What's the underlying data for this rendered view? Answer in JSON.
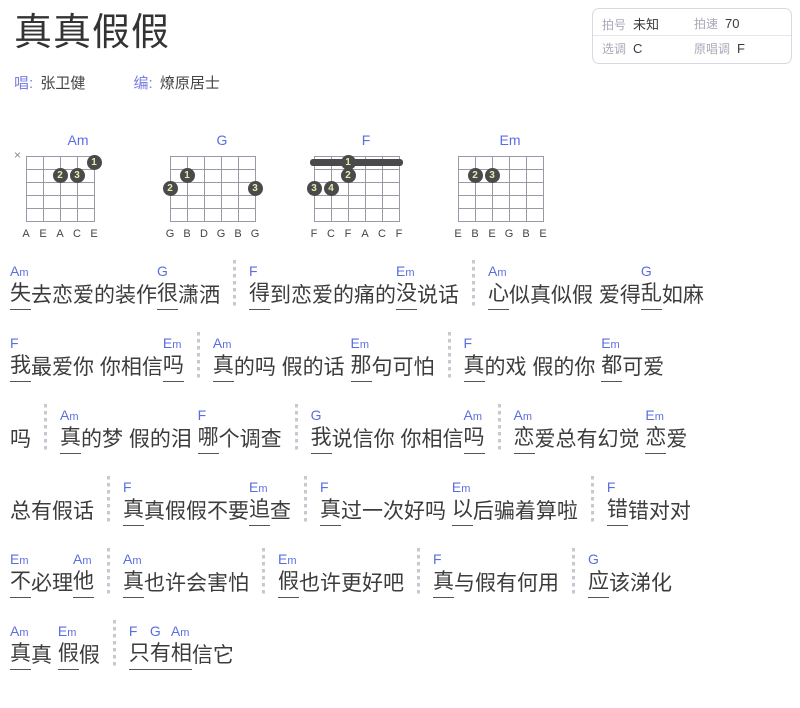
{
  "header": {
    "title": "真真假假",
    "credits": [
      {
        "label": "唱:",
        "value": "张卫健"
      },
      {
        "label": "编:",
        "value": "燎原居士"
      }
    ]
  },
  "info_box": {
    "rows": [
      [
        {
          "key": "拍号",
          "value": "未知"
        },
        {
          "key": "拍速",
          "value": "70"
        }
      ],
      [
        {
          "key": "选调",
          "value": "C"
        },
        {
          "key": "原唱调",
          "value": "F"
        }
      ]
    ]
  },
  "chord_diagrams": [
    {
      "name": "Am",
      "muted": "×",
      "strings": [
        "A",
        "E",
        "A",
        "C",
        "E"
      ],
      "string_count": 5,
      "frets": 5,
      "fingers": [
        {
          "finger": "1",
          "string": 4,
          "fret": 1
        },
        {
          "finger": "2",
          "string": 2,
          "fret": 2
        },
        {
          "finger": "3",
          "string": 3,
          "fret": 2
        }
      ],
      "barre": null
    },
    {
      "name": "G",
      "muted": "",
      "strings": [
        "G",
        "B",
        "D",
        "G",
        "B",
        "G"
      ],
      "string_count": 6,
      "frets": 5,
      "fingers": [
        {
          "finger": "1",
          "string": 1,
          "fret": 2
        },
        {
          "finger": "2",
          "string": 0,
          "fret": 3
        },
        {
          "finger": "3",
          "string": 5,
          "fret": 3
        }
      ],
      "barre": null
    },
    {
      "name": "F",
      "muted": "",
      "strings": [
        "F",
        "C",
        "F",
        "A",
        "C",
        "F"
      ],
      "string_count": 6,
      "frets": 5,
      "fingers": [
        {
          "finger": "2",
          "string": 2,
          "fret": 2
        },
        {
          "finger": "3",
          "string": 0,
          "fret": 3
        },
        {
          "finger": "4",
          "string": 1,
          "fret": 3
        }
      ],
      "barre": {
        "finger": "1",
        "fret": 1,
        "from": 0,
        "to": 5
      }
    },
    {
      "name": "Em",
      "muted": "",
      "strings": [
        "E",
        "B",
        "E",
        "G",
        "B",
        "E"
      ],
      "string_count": 6,
      "frets": 5,
      "fingers": [
        {
          "finger": "2",
          "string": 1,
          "fret": 2
        },
        {
          "finger": "3",
          "string": 2,
          "fret": 2
        }
      ],
      "barre": null
    }
  ],
  "lyrics": {
    "lines": [
      {
        "phrases": [
          {
            "segments": [
              {
                "chord": "Am",
                "text": "失",
                "underline": true
              },
              {
                "chord": "",
                "text": "去恋爱的装作",
                "underline": false
              },
              {
                "chord": "G",
                "text": "很",
                "underline": true
              },
              {
                "chord": "",
                "text": "潇洒",
                "underline": false
              }
            ]
          },
          {
            "segments": [
              {
                "chord": "F",
                "text": "得",
                "underline": true
              },
              {
                "chord": "",
                "text": "到恋爱的痛的",
                "underline": false
              },
              {
                "chord": "Em",
                "text": "没",
                "underline": true
              },
              {
                "chord": "",
                "text": "说话",
                "underline": false
              }
            ]
          },
          {
            "segments": [
              {
                "chord": "Am",
                "text": "心",
                "underline": true
              },
              {
                "chord": "",
                "text": "似真似假 爱得",
                "underline": false
              },
              {
                "chord": "G",
                "text": "乱",
                "underline": true
              },
              {
                "chord": "",
                "text": "如麻",
                "underline": false
              }
            ]
          }
        ]
      },
      {
        "phrases": [
          {
            "segments": [
              {
                "chord": "F",
                "text": "我",
                "underline": true
              },
              {
                "chord": "",
                "text": "最爱你 你相信",
                "underline": false
              },
              {
                "chord": "Em",
                "text": "吗",
                "underline": true
              }
            ]
          },
          {
            "segments": [
              {
                "chord": "Am",
                "text": "真",
                "underline": true
              },
              {
                "chord": "",
                "text": "的吗 假的话 ",
                "underline": false
              },
              {
                "chord": "Em",
                "text": "那",
                "underline": true
              },
              {
                "chord": "",
                "text": "句可怕",
                "underline": false
              }
            ]
          },
          {
            "segments": [
              {
                "chord": "F",
                "text": "真",
                "underline": true
              },
              {
                "chord": "",
                "text": "的戏 假的你 ",
                "underline": false
              },
              {
                "chord": "Em",
                "text": "都",
                "underline": true
              },
              {
                "chord": "",
                "text": "可爱",
                "underline": false
              }
            ]
          }
        ]
      },
      {
        "phrases": [
          {
            "segments": [
              {
                "chord": "",
                "text": "吗",
                "underline": false
              }
            ]
          },
          {
            "segments": [
              {
                "chord": "Am",
                "text": "真",
                "underline": true
              },
              {
                "chord": "",
                "text": "的梦 假的泪 ",
                "underline": false
              },
              {
                "chord": "F",
                "text": "哪",
                "underline": true
              },
              {
                "chord": "",
                "text": "个调查",
                "underline": false
              }
            ]
          },
          {
            "segments": [
              {
                "chord": "G",
                "text": "我",
                "underline": true
              },
              {
                "chord": "",
                "text": "说信你 你相信",
                "underline": false
              },
              {
                "chord": "Am",
                "text": "吗",
                "underline": true
              }
            ]
          },
          {
            "segments": [
              {
                "chord": "Am",
                "text": "恋",
                "underline": true
              },
              {
                "chord": "",
                "text": "爱总有幻觉 ",
                "underline": false
              },
              {
                "chord": "Em",
                "text": "恋",
                "underline": true
              },
              {
                "chord": "",
                "text": "爱",
                "underline": false
              }
            ]
          }
        ]
      },
      {
        "phrases": [
          {
            "segments": [
              {
                "chord": "",
                "text": "总有假话",
                "underline": false
              }
            ]
          },
          {
            "segments": [
              {
                "chord": "F",
                "text": "真",
                "underline": true
              },
              {
                "chord": "",
                "text": "真假假不要",
                "underline": false
              },
              {
                "chord": "Em",
                "text": "追",
                "underline": true
              },
              {
                "chord": "",
                "text": "查",
                "underline": false
              }
            ]
          },
          {
            "segments": [
              {
                "chord": "F",
                "text": "真",
                "underline": true
              },
              {
                "chord": "",
                "text": "过一次好吗 ",
                "underline": false
              },
              {
                "chord": "Em",
                "text": "以",
                "underline": true
              },
              {
                "chord": "",
                "text": "后骗着算啦",
                "underline": false
              }
            ]
          },
          {
            "segments": [
              {
                "chord": "F",
                "text": "错",
                "underline": true
              },
              {
                "chord": "",
                "text": "错对对",
                "underline": false
              }
            ]
          }
        ]
      },
      {
        "phrases": [
          {
            "segments": [
              {
                "chord": "Em",
                "text": "不",
                "underline": true
              },
              {
                "chord": "",
                "text": "必理",
                "underline": false
              },
              {
                "chord": "Am",
                "text": "他",
                "underline": true
              }
            ]
          },
          {
            "segments": [
              {
                "chord": "Am",
                "text": "真",
                "underline": true
              },
              {
                "chord": "",
                "text": "也许会害怕",
                "underline": false
              }
            ]
          },
          {
            "segments": [
              {
                "chord": "Em",
                "text": "假",
                "underline": true
              },
              {
                "chord": "",
                "text": "也许更好吧",
                "underline": false
              }
            ]
          },
          {
            "segments": [
              {
                "chord": "F",
                "text": "真",
                "underline": true
              },
              {
                "chord": "",
                "text": "与假有何用",
                "underline": false
              }
            ]
          },
          {
            "segments": [
              {
                "chord": "G",
                "text": "应",
                "underline": true
              },
              {
                "chord": "",
                "text": "该涕化",
                "underline": false
              }
            ]
          }
        ]
      },
      {
        "phrases": [
          {
            "segments": [
              {
                "chord": "Am",
                "text": "真",
                "underline": true
              },
              {
                "chord": "",
                "text": "真 ",
                "underline": false
              },
              {
                "chord": "Em",
                "text": "假",
                "underline": true
              },
              {
                "chord": "",
                "text": "假",
                "underline": false
              }
            ]
          },
          {
            "segments": [
              {
                "chord": "F",
                "text": "只",
                "underline": true
              },
              {
                "chord": "G",
                "text": "有",
                "underline": true
              },
              {
                "chord": "Am",
                "text": "相",
                "underline": true
              },
              {
                "chord": "",
                "text": "信它",
                "underline": false
              }
            ]
          }
        ]
      }
    ]
  },
  "colors": {
    "chord": "#5b6ee0",
    "label": "#7b7fe0",
    "text": "#3c3c3c",
    "muted_key": "#a9a9b8"
  }
}
